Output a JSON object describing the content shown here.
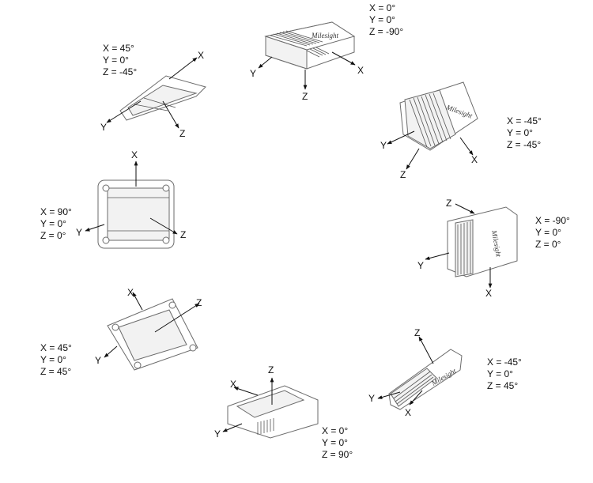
{
  "orientations": [
    {
      "id": "o1",
      "x": "X = 0°",
      "y": "Y = 0°",
      "z": "Z = -90°"
    },
    {
      "id": "o2",
      "x": "X = 45°",
      "y": "Y = 0°",
      "z": "Z = -45°"
    },
    {
      "id": "o3",
      "x": "X = -45°",
      "y": "Y = 0°",
      "z": "Z = -45°"
    },
    {
      "id": "o4",
      "x": "X = 90°",
      "y": "Y = 0°",
      "z": "Z = 0°"
    },
    {
      "id": "o5",
      "x": "X = -90°",
      "y": "Y = 0°",
      "z": "Z = 0°"
    },
    {
      "id": "o6",
      "x": "X = 45°",
      "y": "Y = 0°",
      "z": "Z = 45°"
    },
    {
      "id": "o7",
      "x": "X = -45°",
      "y": "Y = 0°",
      "z": "Z = 45°"
    },
    {
      "id": "o8",
      "x": "X = 0°",
      "y": "Y = 0°",
      "z": "Z = 90°"
    }
  ],
  "axis_labels": {
    "x": "X",
    "y": "Y",
    "z": "Z"
  },
  "device_logo": "Milesight"
}
